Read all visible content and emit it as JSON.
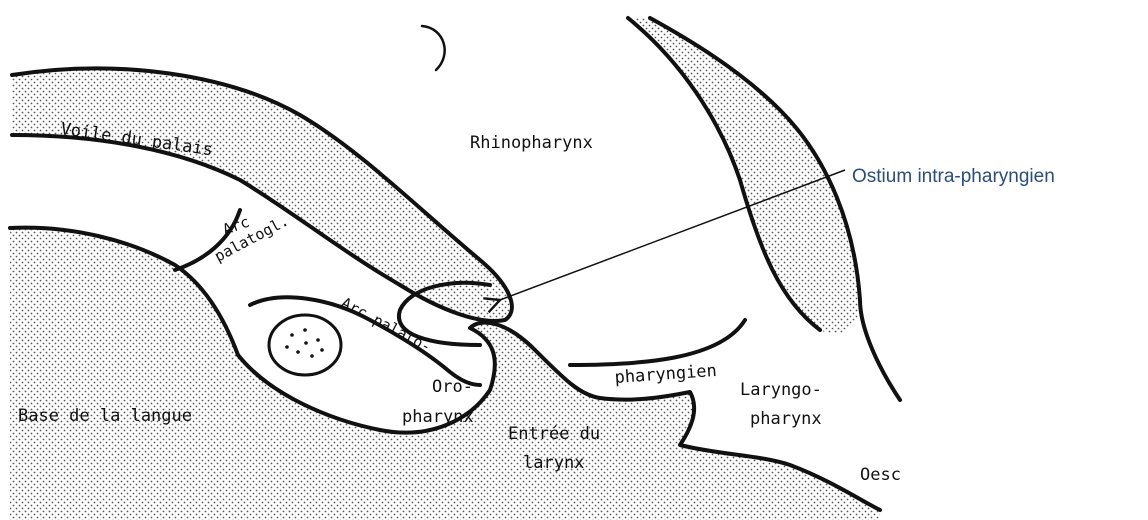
{
  "labels": {
    "voile": "Voile du palais",
    "rhinopharynx": "Rhinopharynx",
    "arc_palatogl_1": "Arc",
    "arc_palatogl_2": "palatogl.",
    "arc_palato": "Arc palato-",
    "oro_1": "Oro-",
    "oro_2": "pharynx",
    "pharyngien": "pharyngien",
    "laryngo_1": "Laryngo-",
    "laryngo_2": "pharynx",
    "base_langue": "Base de la langue",
    "entree_1": "Entrée du",
    "entree_2": "larynx",
    "oesc": "Oesc"
  },
  "callout": {
    "text": "Ostium intra-pharyngien"
  },
  "colors": {
    "outline": "#111111",
    "callout_text": "#2a4d7a",
    "stipple": "#555555"
  }
}
